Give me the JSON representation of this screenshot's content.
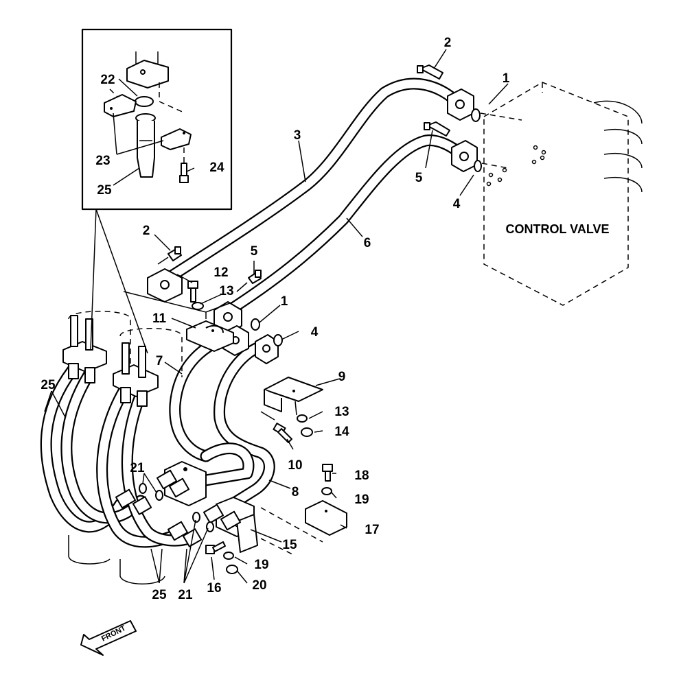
{
  "component_label": "CONTROL VALVE",
  "direction_label": "FRONT",
  "callouts": [
    {
      "id": "c1a",
      "text": "1"
    },
    {
      "id": "c2a",
      "text": "2"
    },
    {
      "id": "c3",
      "text": "3"
    },
    {
      "id": "c5a",
      "text": "5"
    },
    {
      "id": "c4a",
      "text": "4"
    },
    {
      "id": "c6",
      "text": "6"
    },
    {
      "id": "c22",
      "text": "22"
    },
    {
      "id": "c23",
      "text": "23"
    },
    {
      "id": "c24",
      "text": "24"
    },
    {
      "id": "c25a",
      "text": "25"
    },
    {
      "id": "c2b",
      "text": "2"
    },
    {
      "id": "c5b",
      "text": "5"
    },
    {
      "id": "c12",
      "text": "12"
    },
    {
      "id": "c13a",
      "text": "13"
    },
    {
      "id": "c1b",
      "text": "1"
    },
    {
      "id": "c11",
      "text": "11"
    },
    {
      "id": "c4b",
      "text": "4"
    },
    {
      "id": "c7",
      "text": "7"
    },
    {
      "id": "c9",
      "text": "9"
    },
    {
      "id": "c25b",
      "text": "25"
    },
    {
      "id": "c13b",
      "text": "13"
    },
    {
      "id": "c14",
      "text": "14"
    },
    {
      "id": "c10",
      "text": "10"
    },
    {
      "id": "c21a",
      "text": "21"
    },
    {
      "id": "c18",
      "text": "18"
    },
    {
      "id": "c8",
      "text": "8"
    },
    {
      "id": "c19a",
      "text": "19"
    },
    {
      "id": "c17",
      "text": "17"
    },
    {
      "id": "c15",
      "text": "15"
    },
    {
      "id": "c19b",
      "text": "19"
    },
    {
      "id": "c20",
      "text": "20"
    },
    {
      "id": "c16",
      "text": "16"
    },
    {
      "id": "c25c",
      "text": "25"
    },
    {
      "id": "c21b",
      "text": "21"
    }
  ]
}
